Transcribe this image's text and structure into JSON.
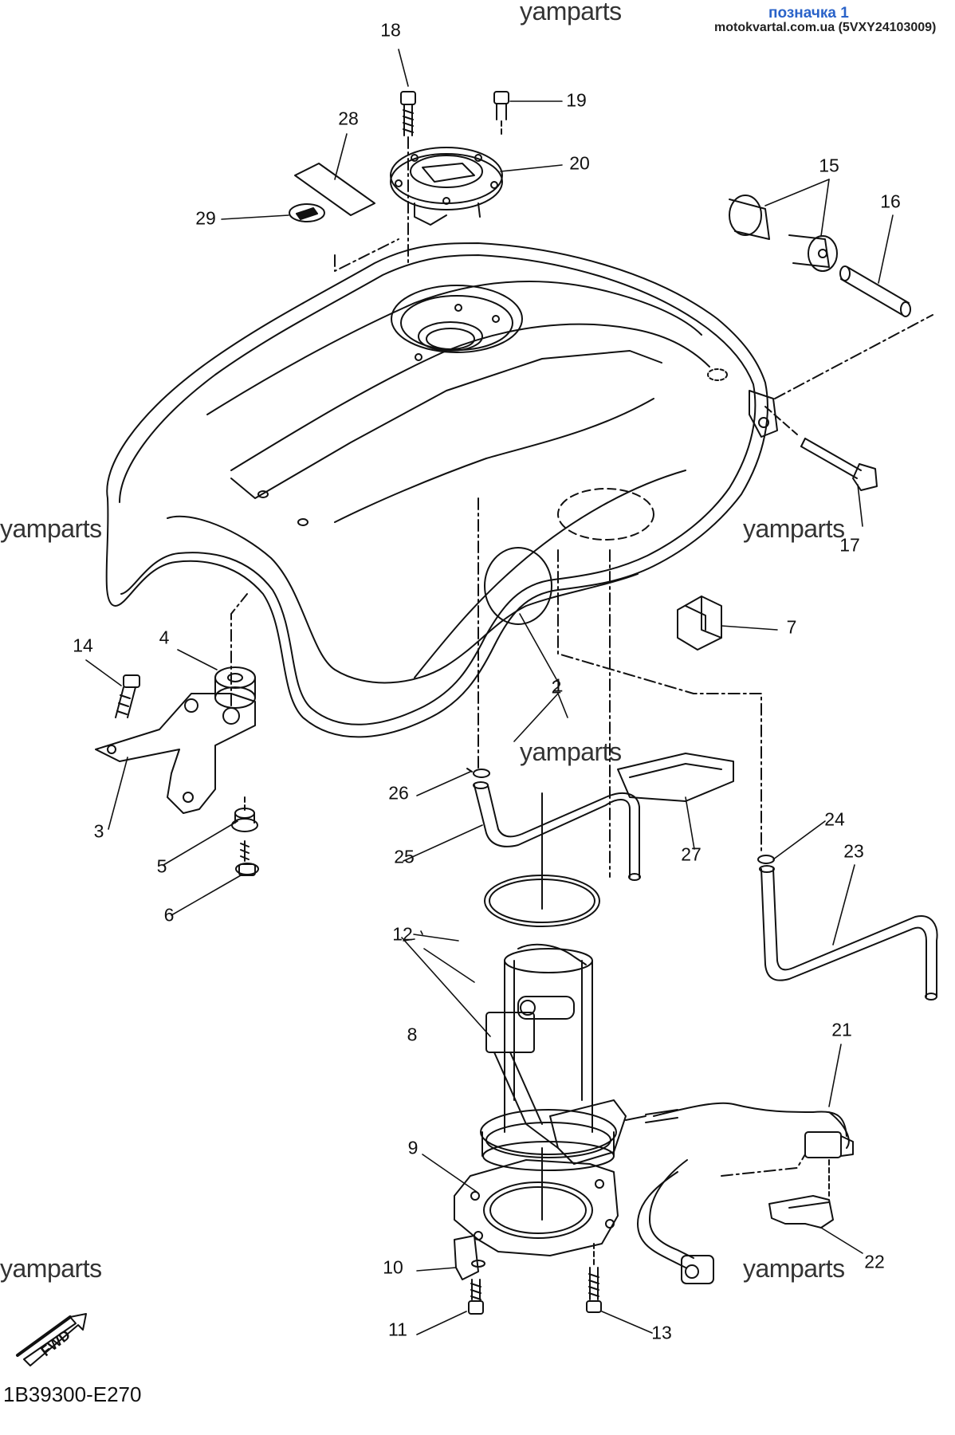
{
  "header": {
    "title": "позначка 1",
    "subtitle": "motokvartal.com.ua (5VXY24103009)"
  },
  "watermark": "yamparts",
  "diagram_code": "1B39300-E270",
  "fwd_label": "FWD",
  "callouts": [
    "1",
    "2",
    "3",
    "4",
    "5",
    "6",
    "7",
    "8",
    "9",
    "10",
    "11",
    "12",
    "13",
    "14",
    "15",
    "16",
    "17",
    "18",
    "19",
    "20",
    "21",
    "22",
    "23",
    "24",
    "25",
    "26",
    "27",
    "28",
    "29"
  ]
}
